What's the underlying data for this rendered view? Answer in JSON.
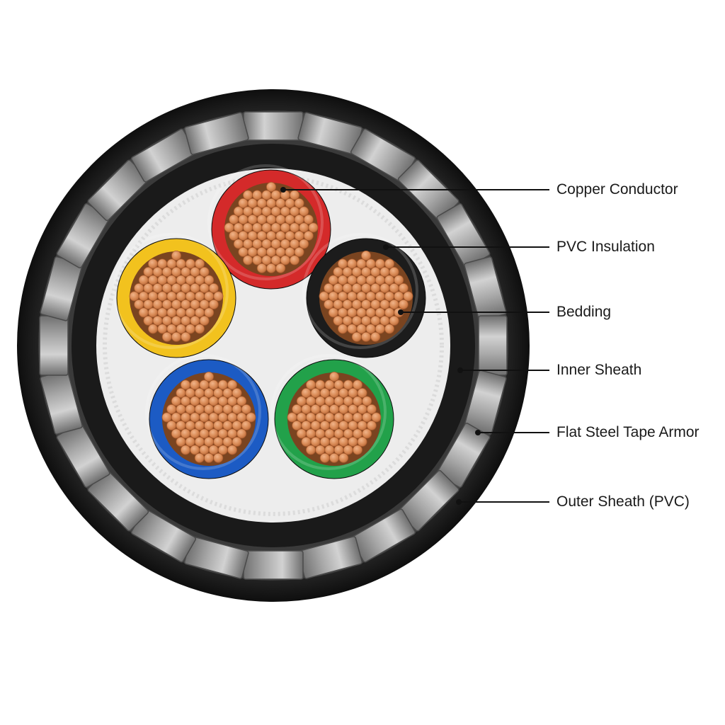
{
  "labels": {
    "copper_conductor": "Copper Conductor",
    "pvc_insulation": "PVC Insulation",
    "bedding": "Bedding",
    "inner_sheath": "Inner Sheath",
    "armor": "Flat Steel Tape Armor",
    "outer_sheath": "Outer Sheath (PVC)"
  },
  "cores": [
    {
      "name": "red",
      "color": "#d42a2a"
    },
    {
      "name": "black",
      "color": "#1c1c1c"
    },
    {
      "name": "green",
      "color": "#22a14a"
    },
    {
      "name": "blue",
      "color": "#1c5bc4"
    },
    {
      "name": "yellow",
      "color": "#f2c21e"
    }
  ],
  "colors": {
    "outer_sheath": "#1e1e1e",
    "inner_sheath": "#1a1a1a",
    "bedding": "#eeeeee",
    "armor_tape": "#9a9a9a",
    "copper": "#d98a55",
    "copper_edge": "#a85a2c",
    "leader": "#111111"
  }
}
